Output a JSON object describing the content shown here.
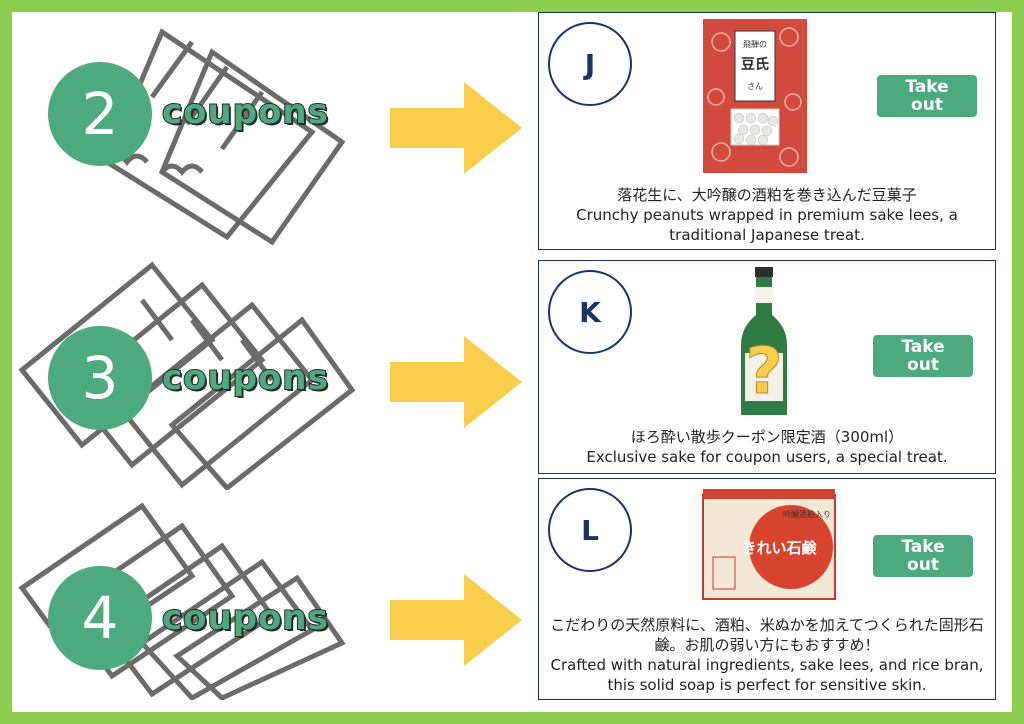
{
  "coupon_label": "coupons",
  "takeout_line1": "Take",
  "takeout_line2": "out",
  "colors": {
    "frame": "#8ccc4e",
    "accent": "#4daa7e",
    "arrow": "#f8cd4c",
    "navy": "#1d3365"
  },
  "rows": [
    {
      "count": "2",
      "letter": "J",
      "desc_ja": "落花生に、大吟醸の酒粕を巻き込んだ豆菓子",
      "desc_en": "Crunchy peanuts wrapped in premium sake lees, a traditional Japanese treat.",
      "package_text": "豆氏",
      "package_small": "飛騨の",
      "package_tail": "さん"
    },
    {
      "count": "3",
      "letter": "K",
      "desc_ja": "ほろ酔い散歩クーポン限定酒（300ml）",
      "desc_en": "Exclusive sake for coupon users, a special treat.",
      "mystery_mark": "?"
    },
    {
      "count": "4",
      "letter": "L",
      "desc_ja": "こだわりの天然原料に、酒粕、米ぬかを加えてつくられた固形石鹸。お肌の弱い方にもおすすめ！",
      "desc_en": "Crafted with natural ingredients, sake lees, and rice bran, this solid soap is perfect for sensitive skin.",
      "package_text": "きれい石鹸",
      "package_small": "吟醸酒粕入り"
    }
  ]
}
